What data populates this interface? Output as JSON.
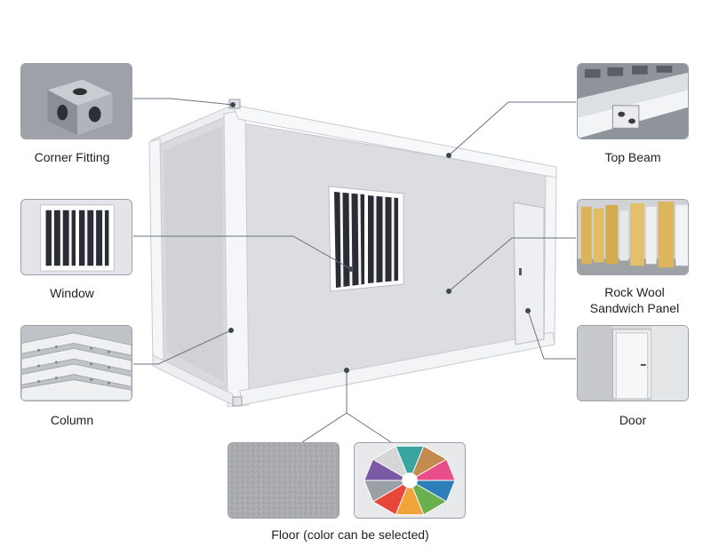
{
  "labels": {
    "corner_fitting": "Corner Fitting",
    "window": "Window",
    "column": "Column",
    "top_beam": "Top Beam",
    "rock_wool_line1": "Rock Wool",
    "rock_wool_line2": "Sandwich Panel",
    "door": "Door",
    "floor": "Floor (color can be selected)"
  },
  "colors": {
    "leader_line": "#6b7280",
    "container_frame": "#f3f4f6",
    "container_wall": "#dcdde0",
    "thumb_border": "#9aa0a6",
    "floor_texture": "#a9aaad"
  },
  "swatch_colors": [
    "#2c7fb8",
    "#6bb04f",
    "#f2a33a",
    "#e7463a",
    "#9aa0a6",
    "#7a5aa6",
    "#d6d6d6",
    "#3aa4a1",
    "#c48a4e",
    "#e84f8a"
  ]
}
